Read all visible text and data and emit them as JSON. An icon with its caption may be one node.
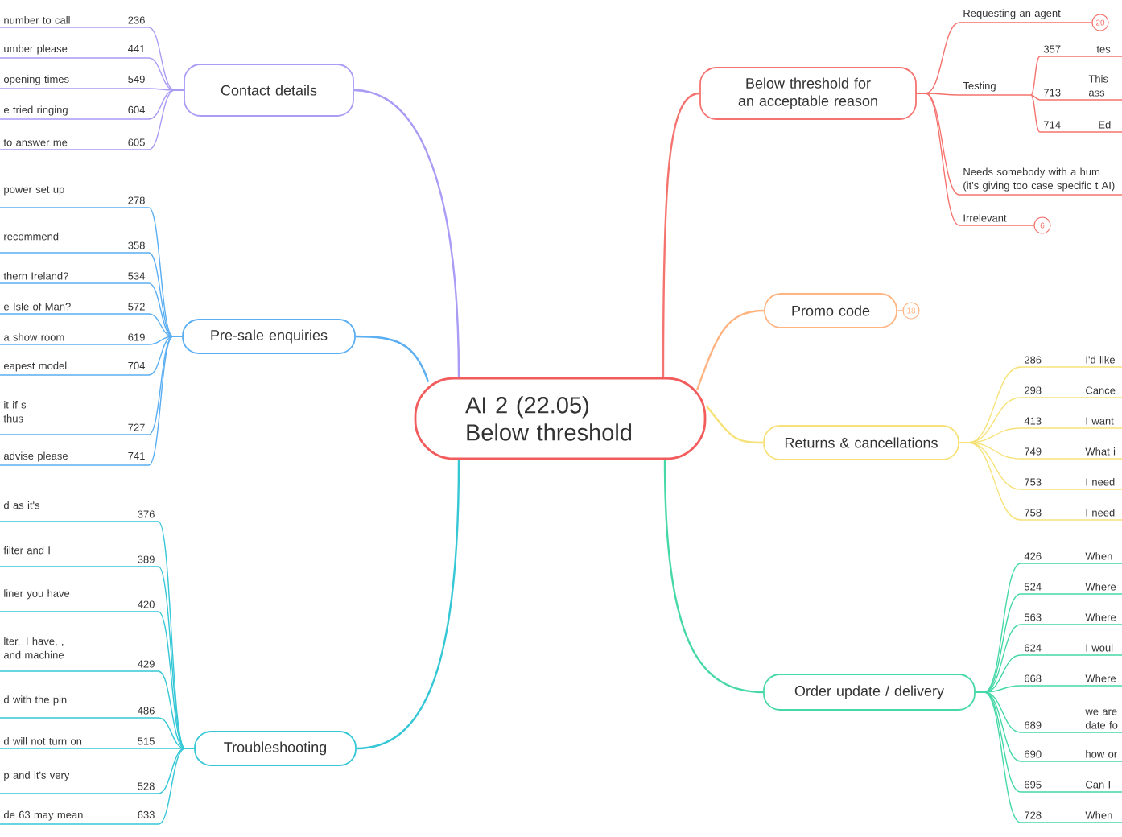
{
  "diagram": {
    "nodes": [
      {
        "text": [
          "AI 2 (22.05) Below threshold"
        ]
      },
      {
        "text": [
          "Contact details"
        ]
      },
      {
        "text": [
          "number to call",
          "236"
        ]
      },
      {
        "text": [
          "umber please",
          "441"
        ]
      },
      {
        "text": [
          "opening times",
          "549"
        ]
      },
      {
        "text": [
          "e tried ringing",
          "604"
        ]
      },
      {
        "text": [
          "to answer me",
          "605"
        ]
      },
      {
        "text": [
          "Pre-sale enquiries"
        ]
      },
      {
        "text": [
          "power set up",
          "278"
        ]
      },
      {
        "text": [
          "recommend",
          "358"
        ]
      },
      {
        "text": [
          "thern Ireland?",
          "534"
        ]
      },
      {
        "text": [
          "e Isle of Man?",
          "572"
        ]
      },
      {
        "text": [
          "a show room",
          "619"
        ]
      },
      {
        "text": [
          "eapest model",
          "704"
        ]
      },
      {
        "text": [
          "it if s thus",
          "727"
        ]
      },
      {
        "text": [
          "advise please",
          "741"
        ]
      },
      {
        "text": [
          "Troubleshooting"
        ]
      },
      {
        "text": [
          "d as it's",
          "376"
        ]
      },
      {
        "text": [
          "filter and I",
          "389"
        ]
      },
      {
        "text": [
          "liner you have",
          "420"
        ]
      },
      {
        "text": [
          "lter. I have, , and machine",
          "429"
        ]
      },
      {
        "text": [
          "d with the pin",
          "486"
        ]
      },
      {
        "text": [
          "d will not turn on",
          "515"
        ]
      },
      {
        "text": [
          "p and it's very",
          "528"
        ]
      },
      {
        "text": [
          "de 63 may mean",
          "633"
        ]
      },
      {
        "text": [
          "Below threshold for an acceptable reason"
        ]
      },
      {
        "text": [
          "Requesting an agent"
        ]
      },
      {
        "text": [
          "Testing"
        ]
      },
      {
        "text": [
          "357",
          "tes"
        ]
      },
      {
        "text": [
          "713",
          "This ass"
        ]
      },
      {
        "text": [
          "714",
          "Ed"
        ]
      },
      {
        "text": [
          "Needs somebody with a hum (it's giving too case specific t AI)"
        ]
      },
      {
        "text": [
          "Irrelevant"
        ]
      },
      {
        "text": [
          "Promo code"
        ],
        "beside": [
          "18"
        ]
      },
      {
        "text": [
          "Returns & cancellations"
        ]
      },
      {
        "text": [
          "286",
          "I'd like"
        ]
      },
      {
        "text": [
          "298",
          "Cance"
        ]
      },
      {
        "text": [
          "413",
          "I want"
        ]
      },
      {
        "text": [
          "749",
          "What i"
        ]
      },
      {
        "text": [
          "753",
          "I need"
        ]
      },
      {
        "text": [
          "758",
          "I need"
        ]
      },
      {
        "text": [
          "Order update / delivery"
        ]
      },
      {
        "text": [
          "426",
          "When"
        ]
      },
      {
        "text": [
          "524",
          "Where"
        ]
      },
      {
        "text": [
          "563",
          "Where"
        ]
      },
      {
        "text": [
          "624",
          "I woul"
        ]
      },
      {
        "text": [
          "668",
          "Where"
        ]
      },
      {
        "text": [
          "689",
          "we are date fo"
        ]
      },
      {
        "text": [
          "690",
          "how or"
        ]
      },
      {
        "text": [
          "695",
          "Can I"
        ]
      },
      {
        "text": [
          "728",
          "When"
        ]
      }
    ],
    "edges": [
      {
        "from": 0,
        "to": 1,
        "arrow": "none",
        "color": "#a89cf5"
      },
      {
        "from": 1,
        "to": 2,
        "arrow": "none",
        "color": "#a89cf5"
      },
      {
        "from": 1,
        "to": 3,
        "arrow": "none",
        "color": "#a89cf5"
      },
      {
        "from": 1,
        "to": 4,
        "arrow": "none",
        "color": "#a89cf5"
      },
      {
        "from": 1,
        "to": 5,
        "arrow": "none",
        "color": "#a89cf5"
      },
      {
        "from": 1,
        "to": 6,
        "arrow": "none",
        "color": "#a89cf5"
      },
      {
        "from": 0,
        "to": 7,
        "arrow": "none",
        "color": "#5aaef2"
      },
      {
        "from": 7,
        "to": 8,
        "arrow": "none",
        "color": "#5aaef2"
      },
      {
        "from": 7,
        "to": 9,
        "arrow": "none",
        "color": "#5aaef2"
      },
      {
        "from": 7,
        "to": 10,
        "arrow": "none",
        "color": "#5aaef2"
      },
      {
        "from": 7,
        "to": 11,
        "arrow": "none",
        "color": "#5aaef2"
      },
      {
        "from": 7,
        "to": 12,
        "arrow": "none",
        "color": "#5aaef2"
      },
      {
        "from": 7,
        "to": 13,
        "arrow": "none",
        "color": "#5aaef2"
      },
      {
        "from": 7,
        "to": 14,
        "arrow": "none",
        "color": "#5aaef2"
      },
      {
        "from": 7,
        "to": 15,
        "arrow": "none",
        "color": "#5aaef2"
      },
      {
        "from": 0,
        "to": 16,
        "arrow": "none",
        "color": "#36c7d6"
      },
      {
        "from": 16,
        "to": 17,
        "arrow": "none",
        "color": "#36c7d6"
      },
      {
        "from": 16,
        "to": 18,
        "arrow": "none",
        "color": "#36c7d6"
      },
      {
        "from": 16,
        "to": 19,
        "arrow": "none",
        "color": "#36c7d6"
      },
      {
        "from": 16,
        "to": 20,
        "arrow": "none",
        "color": "#36c7d6"
      },
      {
        "from": 16,
        "to": 21,
        "arrow": "none",
        "color": "#36c7d6"
      },
      {
        "from": 16,
        "to": 22,
        "arrow": "none",
        "color": "#36c7d6"
      },
      {
        "from": 16,
        "to": 23,
        "arrow": "none",
        "color": "#36c7d6"
      },
      {
        "from": 16,
        "to": 24,
        "arrow": "none",
        "color": "#36c7d6"
      },
      {
        "from": 0,
        "to": 25,
        "arrow": "none",
        "color": "#f5736e"
      },
      {
        "from": 25,
        "to": 26,
        "arrow": "none",
        "color": "#f5736e"
      },
      {
        "from": 25,
        "to": 27,
        "arrow": "none",
        "color": "#f5736e"
      },
      {
        "from": 27,
        "to": 28,
        "arrow": "none",
        "color": "#f5736e"
      },
      {
        "from": 27,
        "to": 29,
        "arrow": "none",
        "color": "#f5736e"
      },
      {
        "from": 27,
        "to": 30,
        "arrow": "none",
        "color": "#f5736e"
      },
      {
        "from": 25,
        "to": 31,
        "arrow": "none",
        "color": "#f5736e"
      },
      {
        "from": 25,
        "to": 32,
        "arrow": "none",
        "color": "#f5736e"
      },
      {
        "from": 0,
        "to": 33,
        "arrow": "none",
        "color": "#ffb482"
      },
      {
        "from": 0,
        "to": 34,
        "arrow": "none",
        "color": "#f7e27a"
      },
      {
        "from": 34,
        "to": 35,
        "arrow": "none",
        "color": "#f7e27a"
      },
      {
        "from": 34,
        "to": 36,
        "arrow": "none",
        "color": "#f7e27a"
      },
      {
        "from": 34,
        "to": 37,
        "arrow": "none",
        "color": "#f7e27a"
      },
      {
        "from": 34,
        "to": 38,
        "arrow": "none",
        "color": "#f7e27a"
      },
      {
        "from": 34,
        "to": 39,
        "arrow": "none",
        "color": "#f7e27a"
      },
      {
        "from": 34,
        "to": 40,
        "arrow": "none",
        "color": "#f7e27a"
      },
      {
        "from": 0,
        "to": 41,
        "arrow": "none",
        "color": "#46d8a8"
      },
      {
        "from": 41,
        "to": 42,
        "arrow": "none",
        "color": "#46d8a8"
      },
      {
        "from": 41,
        "to": 43,
        "arrow": "none",
        "color": "#46d8a8"
      },
      {
        "from": 41,
        "to": 44,
        "arrow": "none",
        "color": "#46d8a8"
      },
      {
        "from": 41,
        "to": 45,
        "arrow": "none",
        "color": "#46d8a8"
      },
      {
        "from": 41,
        "to": 46,
        "arrow": "none",
        "color": "#46d8a8"
      },
      {
        "from": 41,
        "to": 47,
        "arrow": "none",
        "color": "#46d8a8"
      },
      {
        "from": 41,
        "to": 48,
        "arrow": "none",
        "color": "#46d8a8"
      },
      {
        "from": 41,
        "to": 49,
        "arrow": "none",
        "color": "#46d8a8"
      },
      {
        "from": 41,
        "to": 50,
        "arrow": "none",
        "color": "#46d8a8"
      }
    ],
    "labels": [
      "20",
      "6"
    ]
  }
}
